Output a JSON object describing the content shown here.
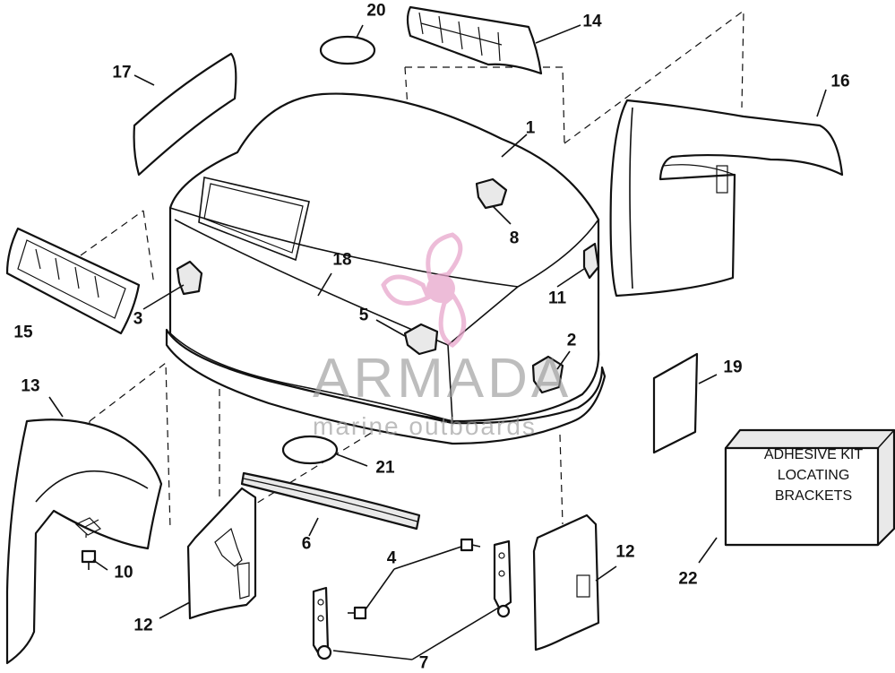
{
  "labels": [
    {
      "id": "1",
      "text": "1"
    },
    {
      "id": "2",
      "text": "2"
    },
    {
      "id": "3",
      "text": "3"
    },
    {
      "id": "4",
      "text": "4"
    },
    {
      "id": "5",
      "text": "5"
    },
    {
      "id": "6",
      "text": "6"
    },
    {
      "id": "7",
      "text": "7"
    },
    {
      "id": "8",
      "text": "8"
    },
    {
      "id": "10",
      "text": "10"
    },
    {
      "id": "11",
      "text": "11"
    },
    {
      "id": "12a",
      "text": "12"
    },
    {
      "id": "12b",
      "text": "12"
    },
    {
      "id": "13",
      "text": "13"
    },
    {
      "id": "14",
      "text": "14"
    },
    {
      "id": "15",
      "text": "15"
    },
    {
      "id": "16",
      "text": "16"
    },
    {
      "id": "17",
      "text": "17"
    },
    {
      "id": "18",
      "text": "18"
    },
    {
      "id": "19",
      "text": "19"
    },
    {
      "id": "20",
      "text": "20"
    },
    {
      "id": "21",
      "text": "21"
    },
    {
      "id": "22",
      "text": "22"
    }
  ],
  "kit_box": {
    "lines": [
      "ADHESIVE KIT",
      "LOCATING",
      "BRACKETS"
    ]
  },
  "watermark": {
    "title": "ARMADA",
    "subtitle": "marine outboards",
    "accent_color": "#e8a6cc",
    "logo": "propeller-logo"
  },
  "colors": {
    "line": "#111111",
    "background": "#ffffff"
  }
}
